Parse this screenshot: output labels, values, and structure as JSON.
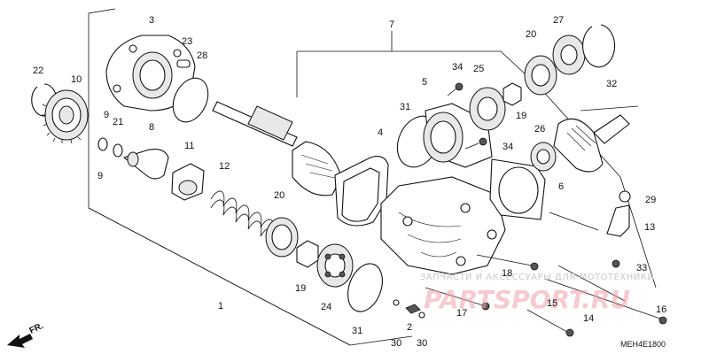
{
  "diagram": {
    "part_numbers": [
      "1",
      "2",
      "3",
      "4",
      "5",
      "6",
      "7",
      "8",
      "9",
      "9",
      "10",
      "11",
      "12",
      "13",
      "14",
      "15",
      "16",
      "17",
      "18",
      "19",
      "19",
      "20",
      "20",
      "21",
      "22",
      "23",
      "24",
      "25",
      "26",
      "27",
      "28",
      "29",
      "30",
      "30",
      "31",
      "31",
      "32",
      "33",
      "34",
      "34"
    ],
    "drawing_code": "MEH4E1800",
    "direction_label": "FR.",
    "watermark_top": "ЗАПЧАСТИ И АКСЕССУАРЫ ДЛЯ МОТОТЕХНИКИ",
    "watermark_logo": "PARTSPORT.RU"
  }
}
